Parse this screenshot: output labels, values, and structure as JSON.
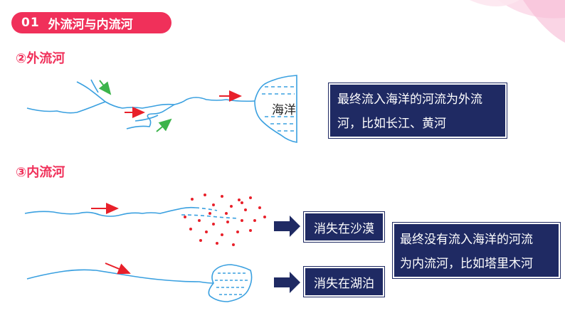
{
  "header": {
    "number": "01",
    "title": "外流河与内流河"
  },
  "section_outflow": {
    "label": "②外流河",
    "sea_label": "海洋",
    "definition_line1": "最终流入海洋的河流为外流",
    "definition_line2": "河，比如长江、黄河"
  },
  "section_inflow": {
    "label": "③内流河",
    "result_desert": "消失在沙漠",
    "result_lake": "消失在湖泊",
    "definition_line1": "最终没有流入海洋的河流",
    "definition_line2": "为内流河，比如塔里木河"
  },
  "colors": {
    "accent": "#f0305a",
    "navy": "#1f2a63",
    "river": "#3aa0e0",
    "arrow_red": "#e8202a",
    "arrow_green": "#3cb44b"
  }
}
